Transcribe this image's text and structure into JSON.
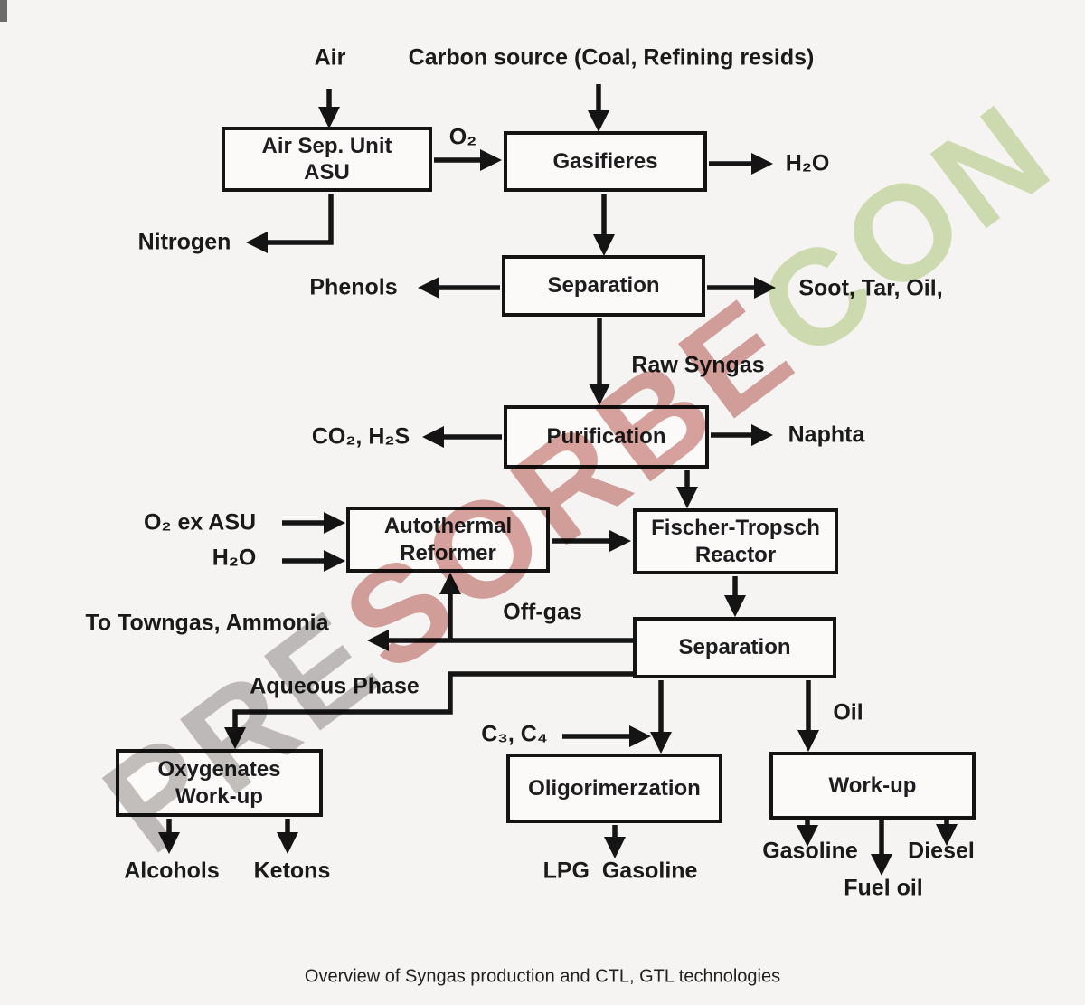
{
  "colors": {
    "line": "#141414",
    "text": "#1a1a1a",
    "box_bg": "#fbfaf8",
    "wm_gray": "#b7b3b3",
    "wm_red": "#d18d8a",
    "wm_green": "#ccdca6"
  },
  "watermark": {
    "p1": "PRE",
    "p2": "SORBE",
    "p3": "CON"
  },
  "nodes": {
    "asu": "Air Sep. Unit\nASU",
    "gasifiers": "Gasifieres",
    "separation1": "Separation",
    "purification": "Purification",
    "autothermal_reformer": "Autothermal\nReformer",
    "fischer_tropsch": "Fischer-Tropsch\nReactor",
    "separation2": "Separation",
    "oxygenates_workup": "Oxygenates\nWork-up",
    "oligomerization": "Oligorimerzation",
    "workup": "Work-up"
  },
  "labels": {
    "air": "Air",
    "carbon_source": "Carbon source (Coal, Refining resids)",
    "o2": "O₂",
    "h2o_product": "H₂O",
    "nitrogen": "Nitrogen",
    "phenols": "Phenols",
    "soot_tar_oil": "Soot, Tar, Oil,",
    "raw_syngas": "Raw Syngas",
    "co2_h2s": "CO₂, H₂S",
    "naphta": "Naphta",
    "o2_ex_asu": "O₂ ex ASU",
    "h2o_feed": "H₂O",
    "towngas_ammonia": "To Towngas, Ammonia",
    "off_gas": "Off-gas",
    "aqueous_phase": "Aqueous Phase",
    "c3_c4": "C₃, C₄",
    "oil": "Oil",
    "alcohols": "Alcohols",
    "ketons": "Ketons",
    "lpg_gasoline": "LPG  Gasoline",
    "gasoline": "Gasoline",
    "diesel": "Diesel",
    "fuel_oil": "Fuel oil"
  },
  "caption": "Overview of Syngas production and CTL, GTL technologies"
}
